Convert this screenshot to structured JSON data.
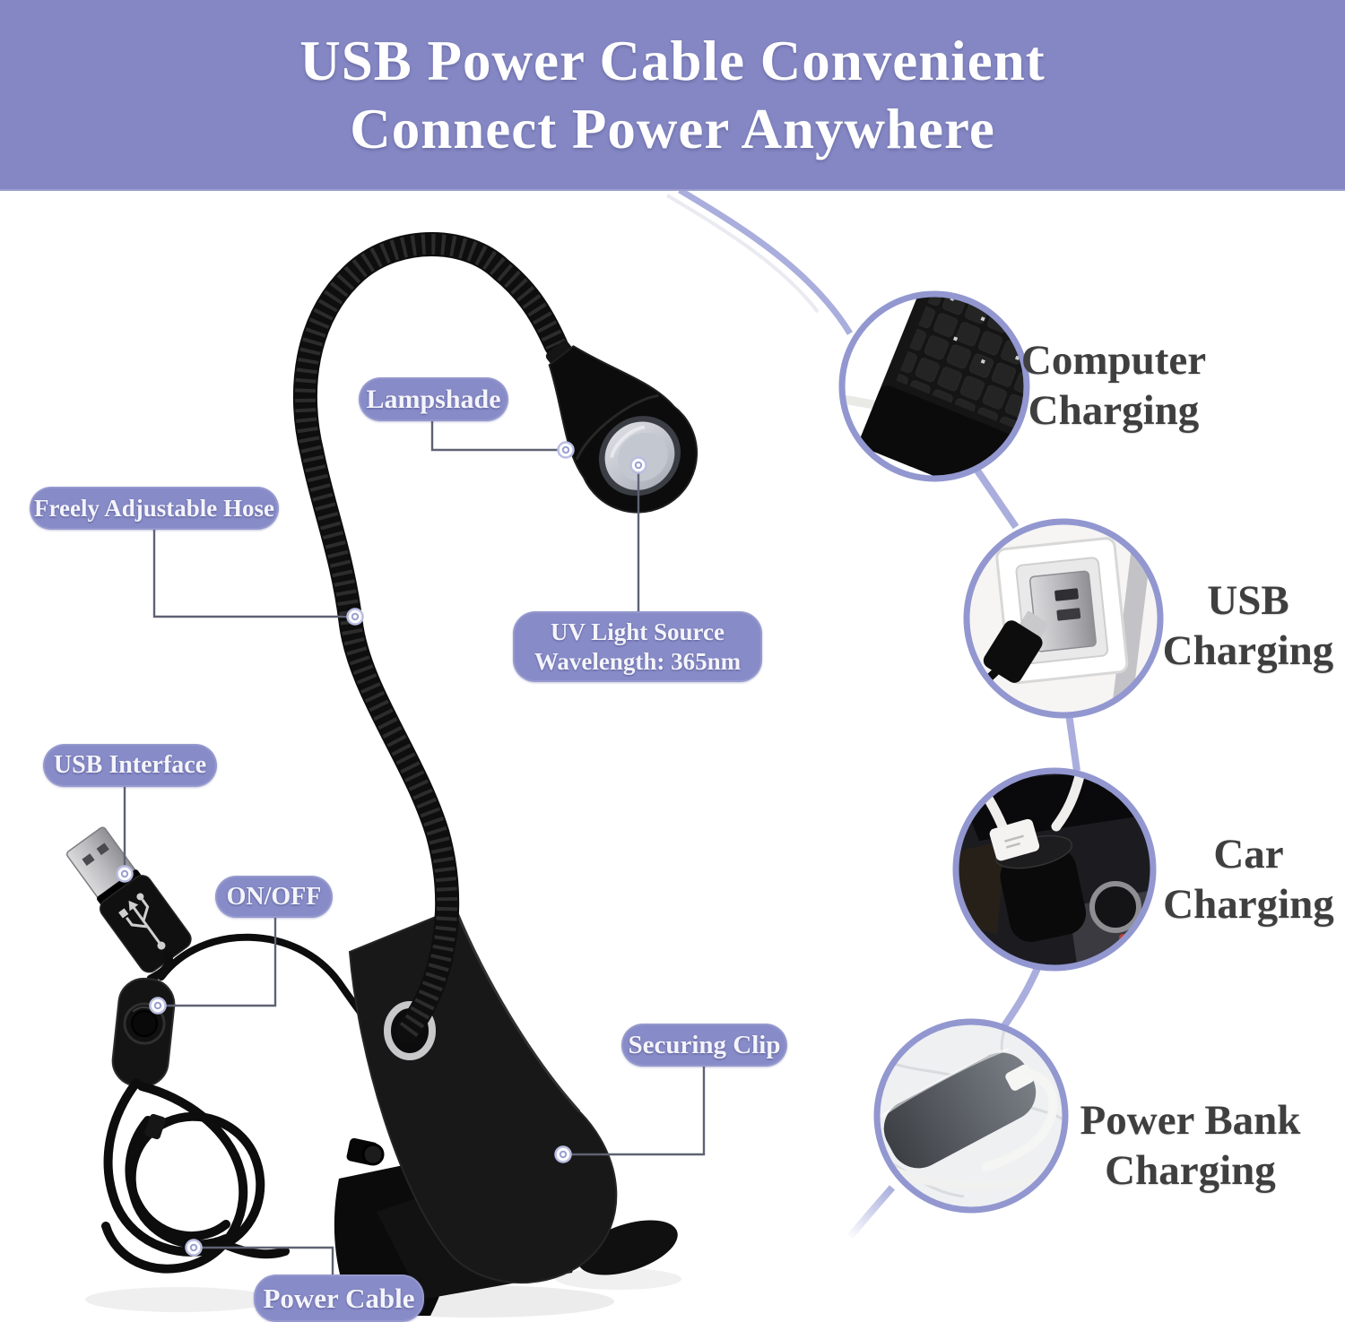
{
  "header": {
    "line1": "USB Power Cable Convenient",
    "line2": "Connect Power Anywhere"
  },
  "callouts": {
    "lampshade": "Lampshade",
    "hose": "Freely Adjustable Hose",
    "uv_line1": "UV Light Source",
    "uv_line2": "Wavelength: 365nm",
    "usb_interface": "USB Interface",
    "on_off": "ON/OFF",
    "securing_clip": "Securing Clip",
    "power_cable": "Power Cable"
  },
  "charging_options": [
    {
      "line1": "Computer",
      "line2": "Charging"
    },
    {
      "line1": "USB",
      "line2": "Charging"
    },
    {
      "line1": "Car",
      "line2": "Charging"
    },
    {
      "line1": "Power Bank",
      "line2": "Charging"
    }
  ],
  "product": {
    "description": "black clip-on UV gooseneck lamp with USB plug, inline switch and coiled power cable"
  },
  "colors": {
    "header_bg": "#8487c3",
    "pill_bg": "#878bc7",
    "pill_text": "#f4f4fb",
    "circle_ring": "#9297d0",
    "connector_curve": "#a9aedd",
    "callout_line": "#5e6273",
    "option_text": "#3f3f3f",
    "lamp_black": "#0e0e0e"
  }
}
